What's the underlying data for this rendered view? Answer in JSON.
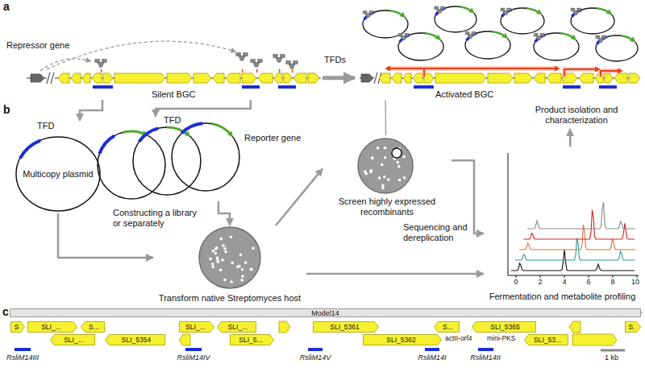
{
  "diagram": {
    "nodes": [
      {
        "text": [
          "Silent BGC"
        ]
      },
      {
        "text": [
          "Activated BGC"
        ]
      },
      {
        "text": [
          "TFD",
          "Multicopy plasmid"
        ]
      },
      {
        "text": [
          "TFD",
          "Reporter gene"
        ]
      },
      {
        "text": [
          "Transform native Streptomyces host"
        ]
      },
      {
        "text": [
          "Screen highly expressed recombinants"
        ]
      },
      {
        "text": [
          "Product isolation and characterization"
        ]
      },
      {
        "text": [
          "Fermentation and metabolite profiling"
        ]
      },
      {
        "text": [
          "Model14"
        ]
      },
      {
        "text": [
          "S"
        ]
      },
      {
        "text": [
          "SLI_..."
        ]
      },
      {
        "text": [
          "S..."
        ]
      },
      {
        "text": [
          "SLI_..."
        ]
      },
      {
        "text": [
          "SLI_..."
        ]
      },
      {
        "text": [
          "SLI_5361"
        ]
      },
      {
        "text": [
          "S..."
        ]
      },
      {
        "text": [
          "SLI_5365"
        ]
      },
      {
        "text": [
          "S."
        ]
      },
      {
        "text": [
          "SLI_..."
        ]
      },
      {
        "text": [
          "SLI_5354"
        ]
      },
      {
        "text": [
          "SLI_5..."
        ]
      },
      {
        "text": [
          "SLI_5362"
        ]
      },
      {
        "text": [
          "SLI_53..."
        ]
      }
    ],
    "edges": [
      {
        "from": 0,
        "to": 1,
        "arrow": "to",
        "label": "TFDs"
      },
      {
        "from": 0,
        "to": 2,
        "arrow": "to"
      },
      {
        "from": 0,
        "to": 3,
        "arrow": "to"
      },
      {
        "from": 2,
        "to": 4,
        "arrow": "to"
      },
      {
        "from": 3,
        "to": 4,
        "arrow": "to",
        "label": "Constructing a library or separately"
      },
      {
        "from": 4,
        "to": 5,
        "arrow": "to"
      },
      {
        "from": 4,
        "to": 7,
        "arrow": "to"
      },
      {
        "from": 5,
        "to": 1,
        "arrow": "none"
      },
      {
        "from": 5,
        "to": 7,
        "arrow": "to",
        "label": "Sequencing and dereplication"
      },
      {
        "from": 7,
        "to": 6,
        "arrow": "to"
      }
    ],
    "labels": [
      "a",
      "b",
      "c",
      "Repressor gene",
      "0",
      "2",
      "4",
      "6",
      "8",
      "10",
      "actII-orf4",
      "mini-PKS",
      "RsliM14III",
      "RsliM14IV",
      "RsliM14V",
      "RsliM14I",
      "RsliM14II",
      "1 kb"
    ]
  }
}
